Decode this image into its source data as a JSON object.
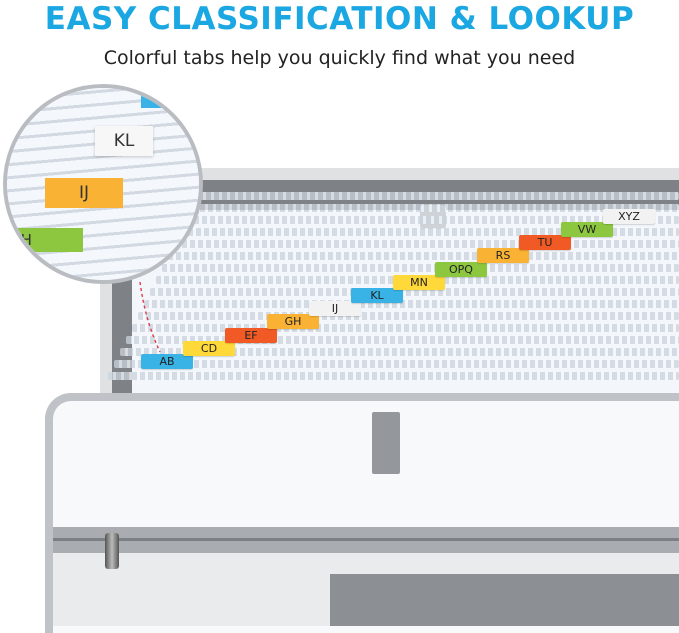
{
  "header": {
    "title": "EASY CLASSIFICATION & LOOKUP",
    "subtitle": "Colorful tabs help you quickly find what you need"
  },
  "magnifier": {
    "tabs": [
      {
        "label": "KL",
        "color": "#f7f7f7"
      },
      {
        "label": "IJ",
        "color": "#f9b233"
      },
      {
        "label": "GH",
        "color": "#8dc63f"
      }
    ]
  },
  "tabs": [
    {
      "label": "AB",
      "color": "#39b3e5"
    },
    {
      "label": "CD",
      "color": "#ffd83a"
    },
    {
      "label": "EF",
      "color": "#f15a24"
    },
    {
      "label": "GH",
      "color": "#f9b233"
    },
    {
      "label": "IJ",
      "color": "#f2f2f2"
    },
    {
      "label": "KL",
      "color": "#39b3e5"
    },
    {
      "label": "MN",
      "color": "#ffd83a"
    },
    {
      "label": "OPQ",
      "color": "#8dc63f"
    },
    {
      "label": "RS",
      "color": "#f9b233"
    },
    {
      "label": "TU",
      "color": "#f15a24"
    },
    {
      "label": "VW",
      "color": "#8dc63f"
    },
    {
      "label": "XYZ",
      "color": "#f2f2f2"
    }
  ],
  "colors": {
    "headline": "#1aa7e2",
    "folder_gray": "#bfc2c6"
  }
}
